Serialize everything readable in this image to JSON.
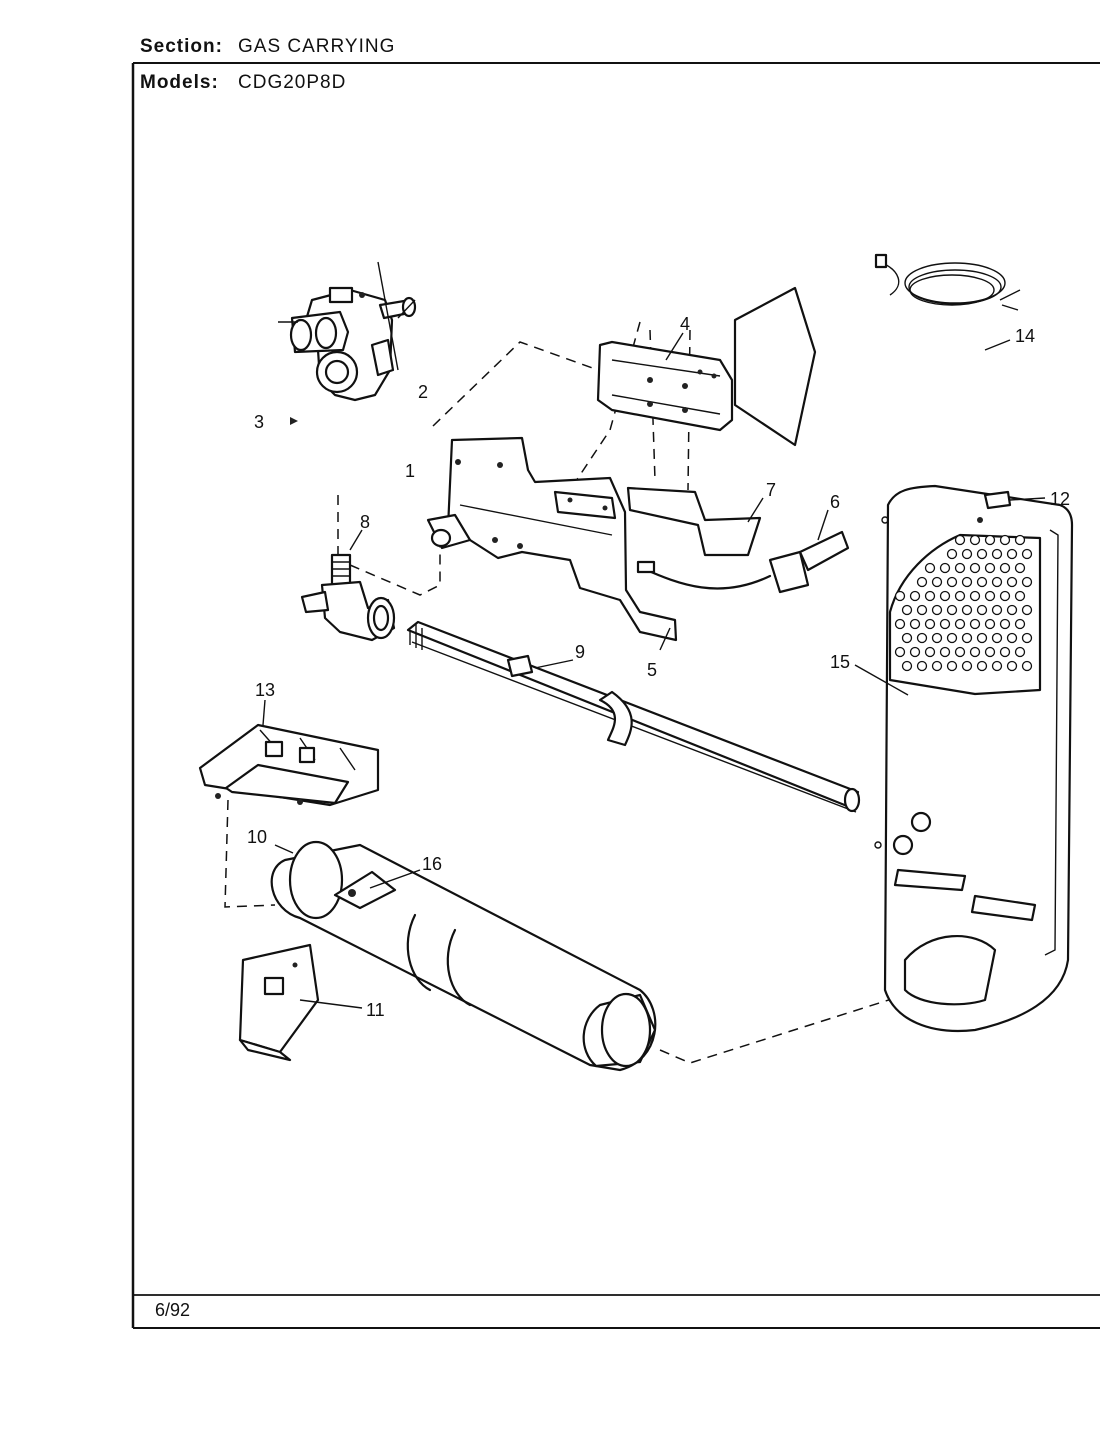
{
  "header": {
    "section_key": "Section:",
    "section_value": "GAS CARRYING",
    "models_key": "Models:",
    "models_value": "CDG20P8D"
  },
  "footer": {
    "date": "6/92"
  },
  "callouts": [
    "1",
    "2",
    "3",
    "4",
    "5",
    "6",
    "7",
    "8",
    "9",
    "10",
    "11",
    "12",
    "13",
    "14",
    "15",
    "16"
  ]
}
